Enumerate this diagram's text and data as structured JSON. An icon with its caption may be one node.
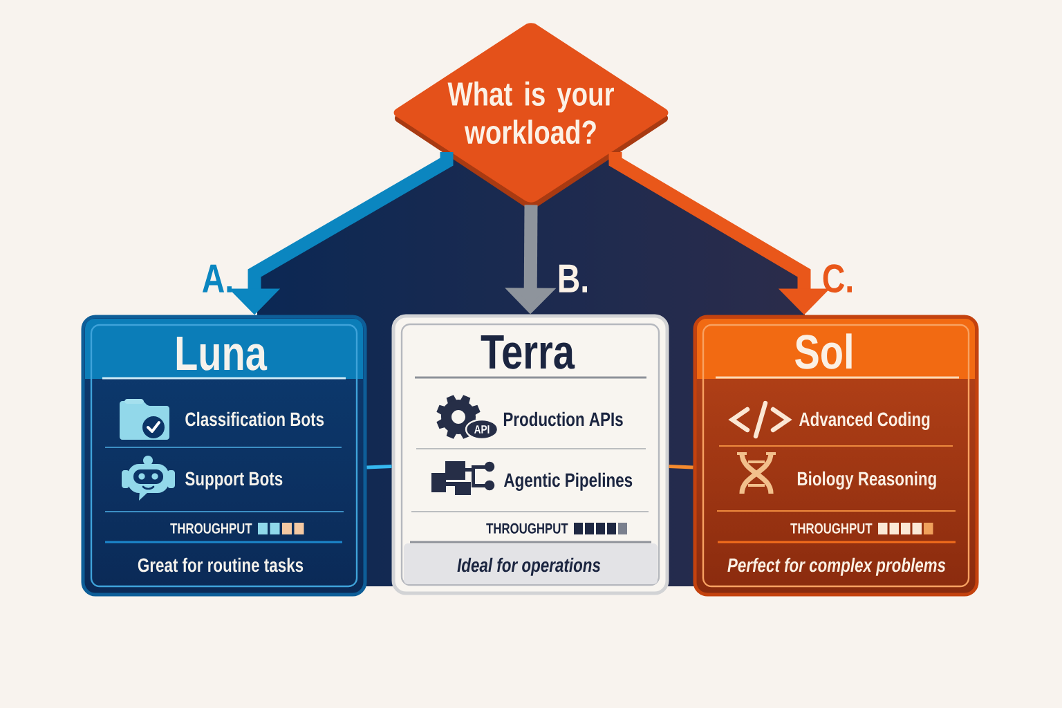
{
  "diagram": {
    "nodes": [
      {
        "text": [
          "What is your workload?"
        ]
      },
      {
        "text": [
          "Luna",
          "Classification Bots",
          "Support Bots",
          "THROUGHPUT",
          "Great for routine tasks"
        ]
      },
      {
        "text": [
          "Terra",
          "Production APIs",
          "Agentic Pipelines",
          "THROUGHPUT",
          "Ideal for operations"
        ]
      },
      {
        "text": [
          "Sol",
          "Advanced Coding",
          "Biology Reasoning",
          "THROUGHPUT",
          "Perfect for complex problems"
        ]
      }
    ],
    "edges": [
      {
        "from": 0,
        "to": 1,
        "arrow": "to",
        "label": "A.",
        "color": "#0b86c0"
      },
      {
        "from": 0,
        "to": 2,
        "arrow": "to",
        "label": "B.",
        "color": "#8e949c"
      },
      {
        "from": 0,
        "to": 3,
        "arrow": "to",
        "label": "C.",
        "color": "#e9571a"
      },
      {
        "from": 1,
        "to": 2,
        "arrow": "none",
        "color": "#35b8f0"
      },
      {
        "from": 2,
        "to": 3,
        "arrow": "none",
        "color": "#f58a2e"
      }
    ],
    "labels": [
      "API"
    ]
  }
}
